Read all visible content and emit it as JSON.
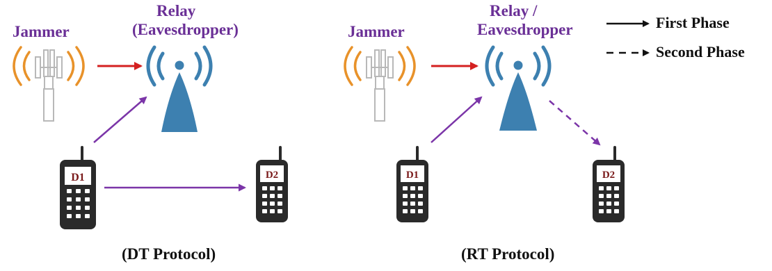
{
  "left_panel": {
    "jammer_label": "Jammer",
    "relay_label_line1": "Relay",
    "relay_label_line2": "(Eavesdropper)",
    "d1_label": "D1",
    "d2_label": "D2",
    "caption": "(DT Protocol)"
  },
  "right_panel": {
    "jammer_label": "Jammer",
    "relay_label_line1": "Relay /",
    "relay_label_line2": "Eavesdropper",
    "d1_label": "D1",
    "d2_label": "D2",
    "caption": "(RT Protocol)"
  },
  "legend": {
    "first_phase": "First Phase",
    "second_phase": "Second Phase"
  },
  "colors": {
    "label_purple": "#6a2f96",
    "link_purple": "#7b35a8",
    "jammer_arrow_red": "#d42020",
    "relay_blue": "#3d80b0",
    "jammer_orange": "#e8922a",
    "phone_dark": "#2a2a2a",
    "phone_label_red": "#7a1a1a"
  }
}
